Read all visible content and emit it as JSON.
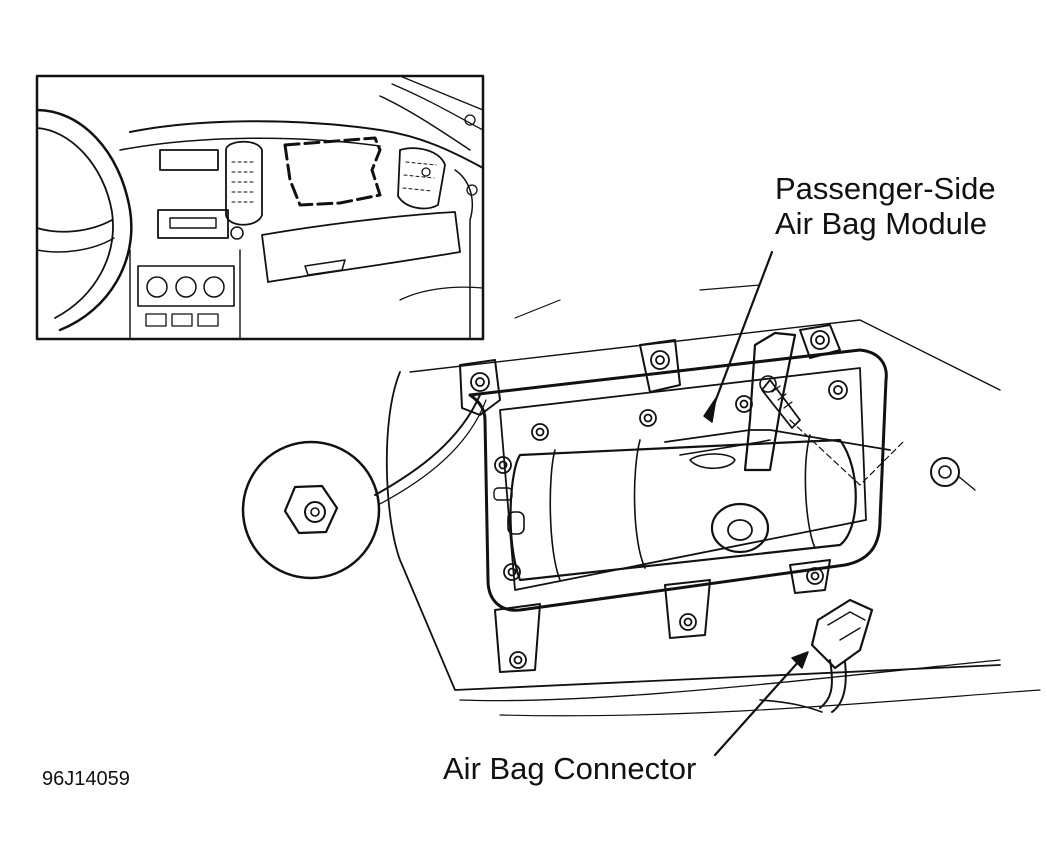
{
  "labels": {
    "module_line1": "Passenger-Side",
    "module_line2": "Air Bag Module",
    "connector": "Air Bag Connector"
  },
  "figure_id": "96J14059",
  "colors": {
    "ink": "#111111",
    "paper": "#ffffff"
  }
}
